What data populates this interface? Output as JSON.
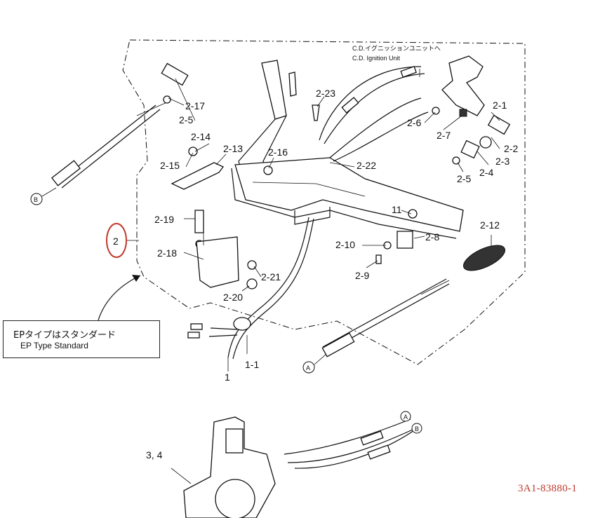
{
  "diagram": {
    "labels": {
      "l_2_1": "2-1",
      "l_2_2": "2-2",
      "l_2_3": "2-3",
      "l_2_4": "2-4",
      "l_2_5a": "2-5",
      "l_2_5b": "2-5",
      "l_2_6": "2-6",
      "l_2_7": "2-7",
      "l_2_8": "2-8",
      "l_2_9": "2-9",
      "l_2_10": "2-10",
      "l_11": "11",
      "l_2_12": "2-12",
      "l_2_13": "2-13",
      "l_2_14": "2-14",
      "l_2_15": "2-15",
      "l_2_16": "2-16",
      "l_2_17": "2-17",
      "l_2_18": "2-18",
      "l_2_19": "2-19",
      "l_2_20": "2-20",
      "l_2_21": "2-21",
      "l_2_22": "2-22",
      "l_2_23": "2-23",
      "l_1": "1",
      "l_1_1": "1-1",
      "l_3_4": "3, 4",
      "l_2": "2"
    },
    "ignition_note_jp": "C.D.イグニッションユニットへ",
    "ignition_note_en": "C.D. Ignition Unit",
    "marker_a": "A",
    "marker_b": "B",
    "callout_jp": "EPタイプはスタンダード",
    "callout_en": "EP Type Standard",
    "reference_code": "3A1-83880-1",
    "colors": {
      "ink": "#111111",
      "highlight": "#c0392b",
      "background": "#ffffff"
    }
  }
}
